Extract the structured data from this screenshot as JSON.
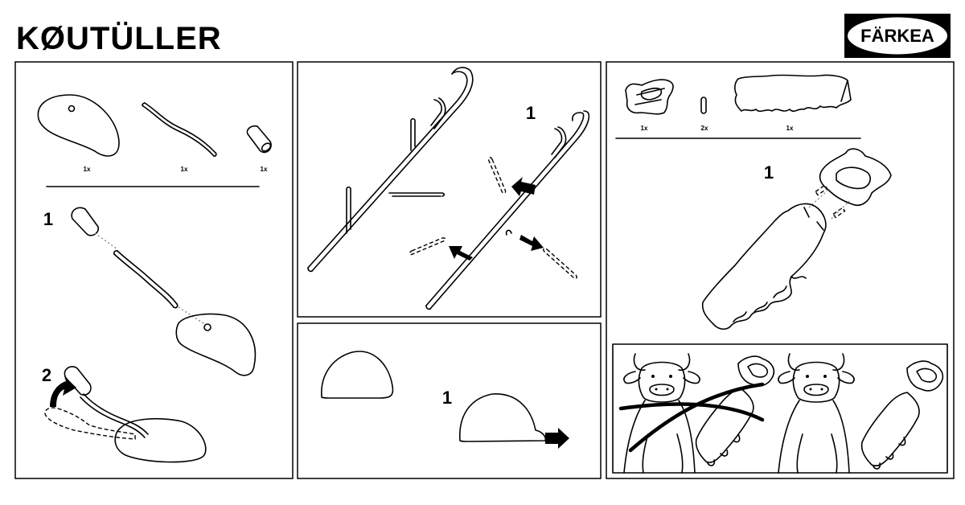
{
  "title": "KØUTÜLLER",
  "brand": {
    "logo_text": "FÄRKEA"
  },
  "panels": {
    "left": {
      "parts": [
        {
          "qty": "1x"
        },
        {
          "qty": "1x"
        },
        {
          "qty": "1x"
        }
      ],
      "steps": [
        "1",
        "2"
      ]
    },
    "middle_top": {
      "steps": [
        "1"
      ]
    },
    "middle_bottom": {
      "steps": [
        "1"
      ]
    },
    "right_top": {
      "parts": [
        {
          "qty": "1x"
        },
        {
          "qty": "2x"
        },
        {
          "qty": "1x"
        }
      ],
      "steps": [
        "1"
      ]
    }
  }
}
